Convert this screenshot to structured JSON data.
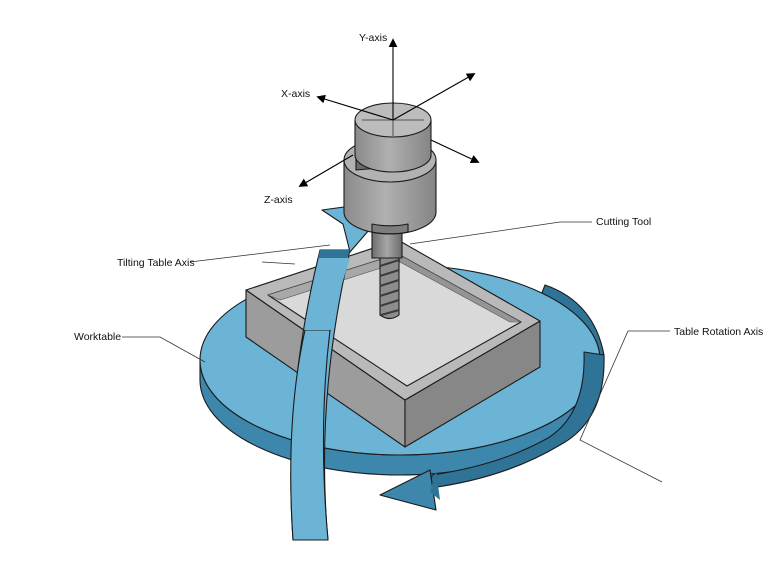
{
  "labels": {
    "y_axis": "Y-axis",
    "x_axis": "X-axis",
    "z_axis": "Z-axis",
    "cutting_tool": "Cutting Tool",
    "tilting_table_axis": "Tilting Table Axis",
    "worktable": "Worktable",
    "table_rotation_axis": "Table Rotation Axis"
  },
  "colors": {
    "table_top": "#6cb4d6",
    "table_side": "#3d87ac",
    "arrow_light": "#6cb4d6",
    "arrow_dark": "#2f7397",
    "block_top": "#b9b9b9",
    "block_front": "#9c9c9c",
    "block_right": "#8a8a8a",
    "spindle": "#9a9a9a"
  }
}
